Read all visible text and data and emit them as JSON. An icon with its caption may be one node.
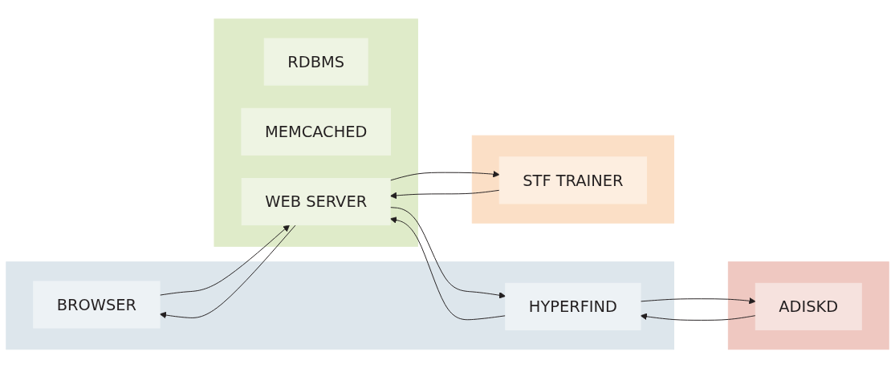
{
  "diagram": {
    "nodes": [
      {
        "text": [],
        "shape": "box"
      },
      {
        "text": [
          "RDBMS"
        ],
        "in": 0
      },
      {
        "text": [
          "MEMCACHED"
        ],
        "in": 0
      },
      {
        "text": [
          "WEB SERVER"
        ],
        "in": 0
      },
      {
        "text": [],
        "shape": "box"
      },
      {
        "text": [
          "BROWSER"
        ],
        "in": 4
      },
      {
        "text": [
          "HYPERFIND"
        ],
        "in": 4
      },
      {
        "text": [],
        "shape": "box"
      },
      {
        "text": [
          "STF TRAINER"
        ],
        "in": 7
      },
      {
        "text": [],
        "shape": "box"
      },
      {
        "text": [
          "ADISKD"
        ],
        "in": 9
      }
    ],
    "edges": [
      {
        "from": 5,
        "to": 3,
        "arrow": "to"
      },
      {
        "from": 3,
        "to": 5,
        "arrow": "to"
      },
      {
        "from": 3,
        "to": 8,
        "arrow": "to"
      },
      {
        "from": 8,
        "to": 3,
        "arrow": "to"
      },
      {
        "from": 6,
        "to": 3,
        "arrow": "to"
      },
      {
        "from": 3,
        "to": 6,
        "arrow": "to"
      },
      {
        "from": 6,
        "to": 10,
        "arrow": "to"
      },
      {
        "from": 10,
        "to": 6,
        "arrow": "to"
      }
    ]
  }
}
